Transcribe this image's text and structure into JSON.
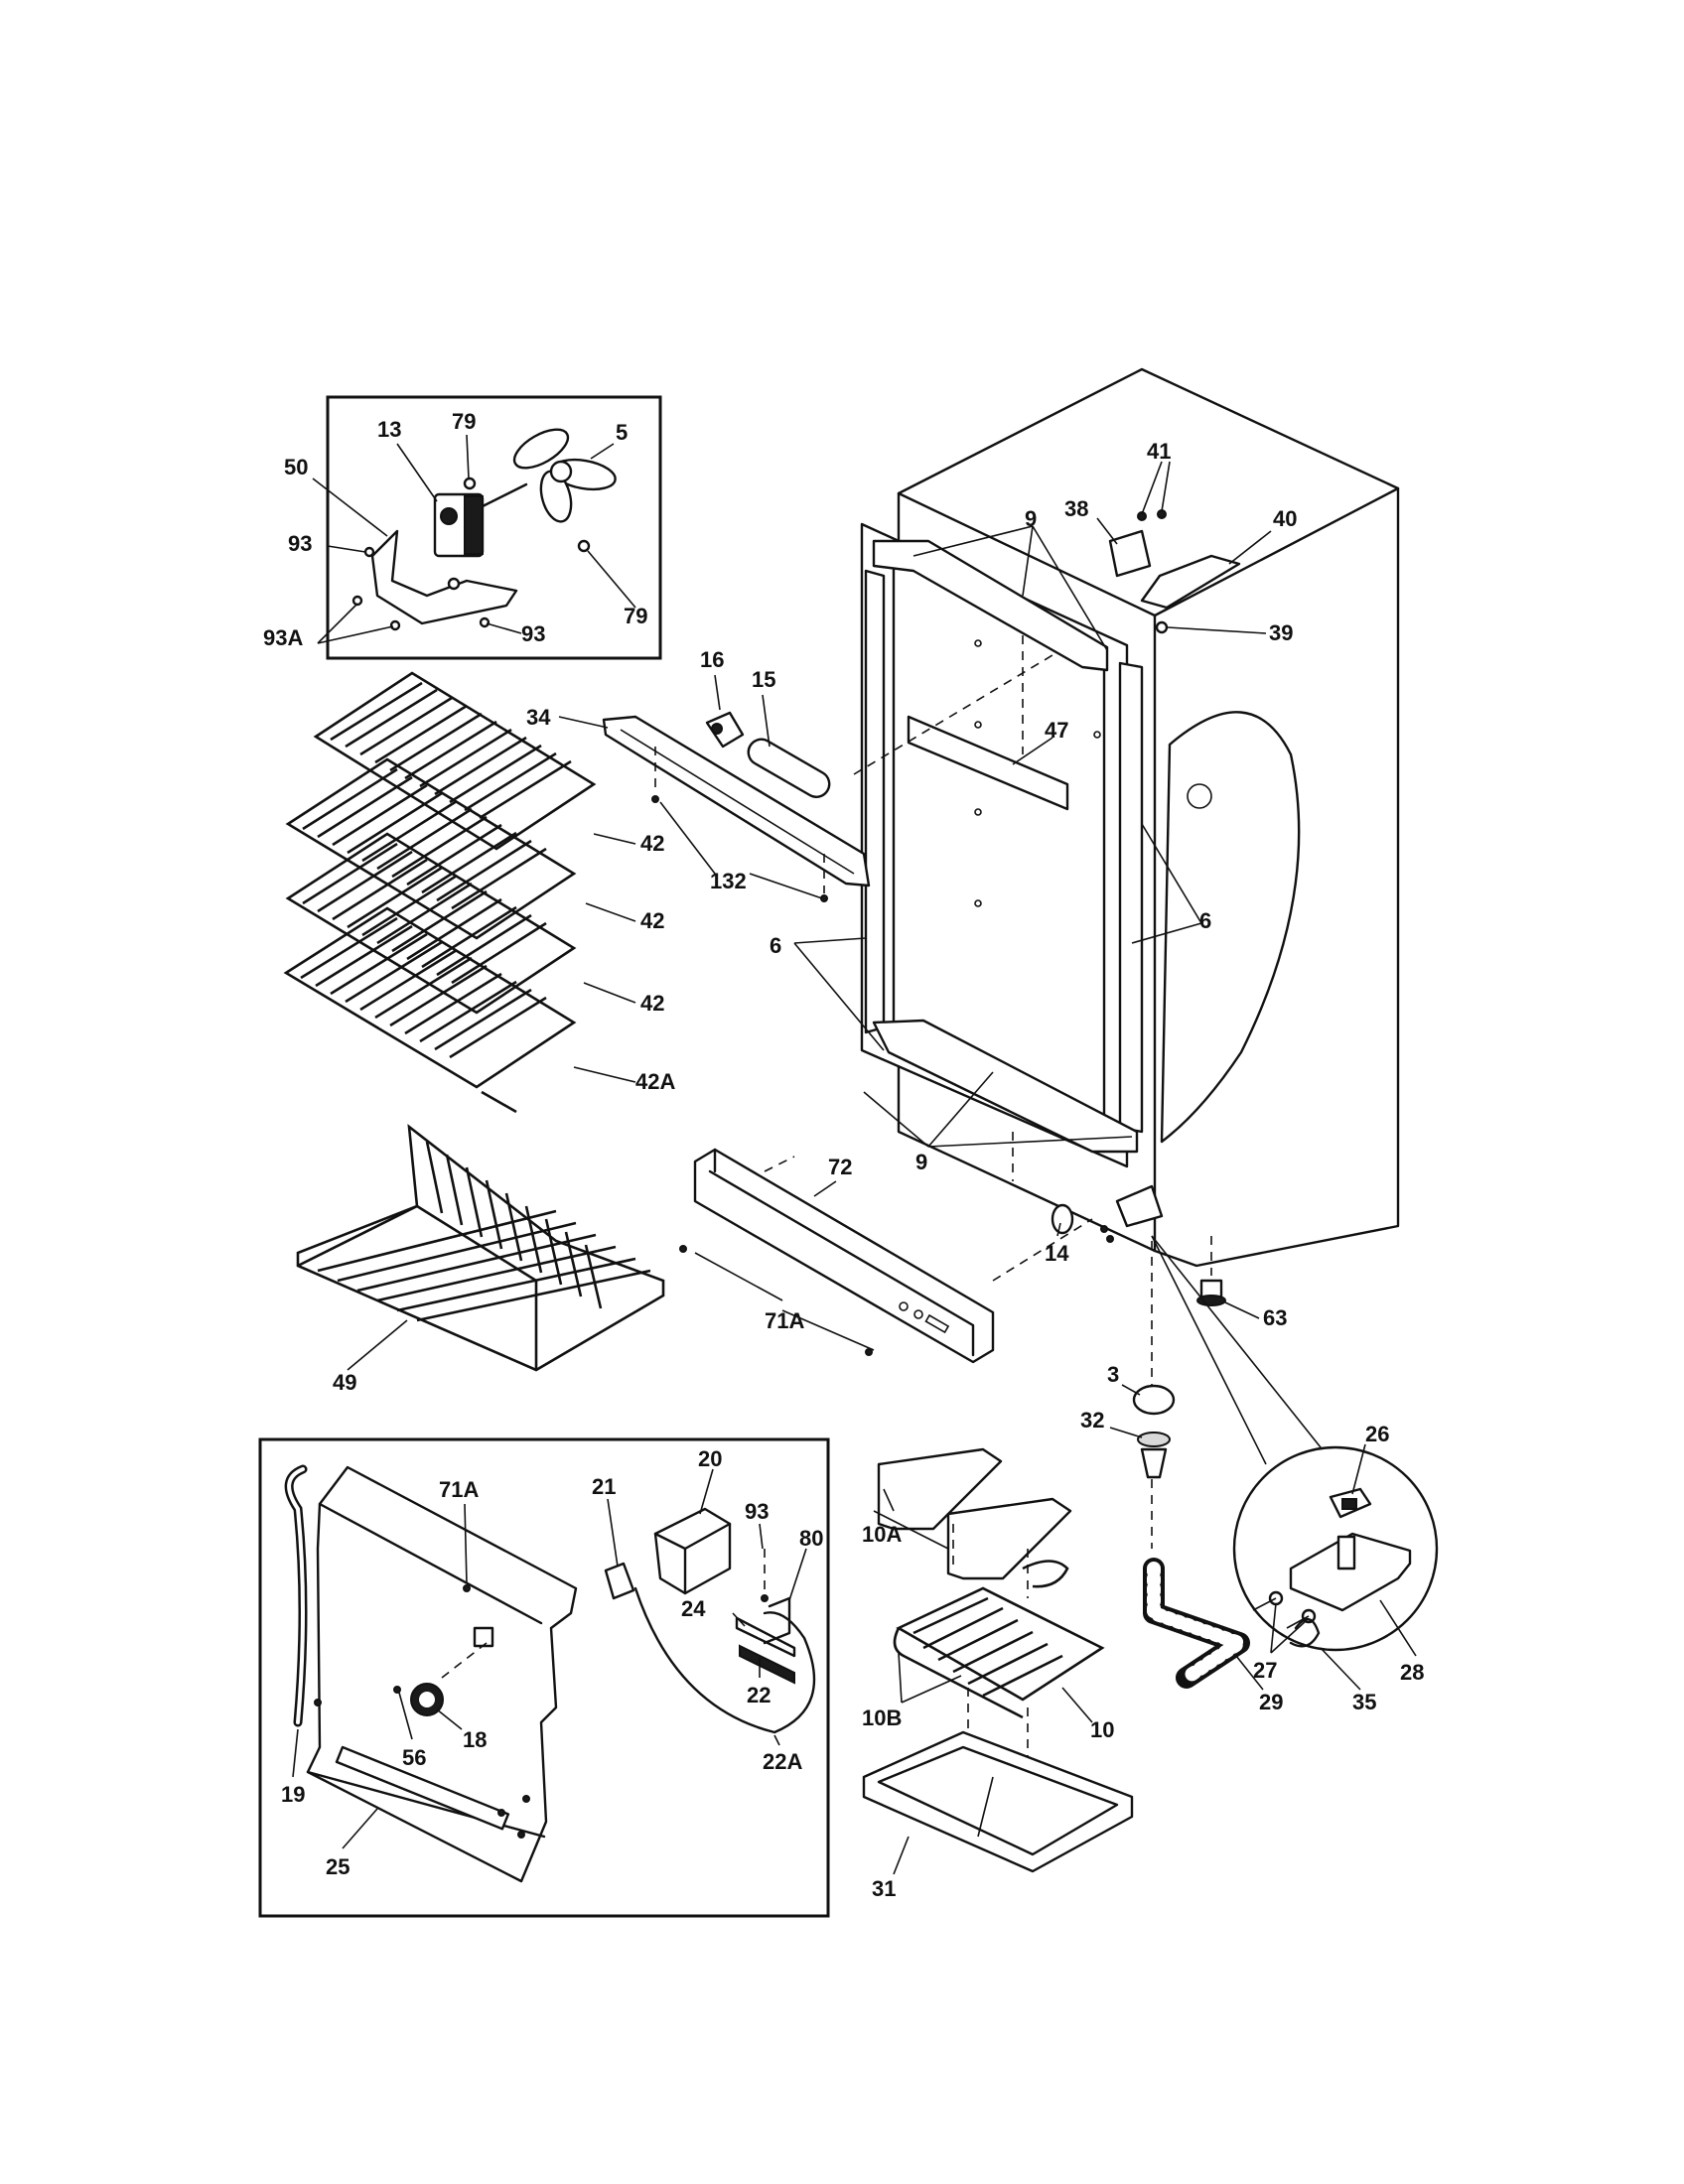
{
  "labels": {
    "p5": "5",
    "p13": "13",
    "p79a": "79",
    "p79b": "79",
    "p50": "50",
    "p93a": "93",
    "p93b": "93",
    "p93A": "93A",
    "p41": "41",
    "p38": "38",
    "p40": "40",
    "p39": "39",
    "p9a": "9",
    "p9b": "9",
    "p16": "16",
    "p15": "15",
    "p34": "34",
    "p47": "47",
    "p132": "132",
    "p42a": "42",
    "p42b": "42",
    "p42c": "42",
    "p42A": "42A",
    "p6a": "6",
    "p6b": "6",
    "p72": "72",
    "p14": "14",
    "p63": "63",
    "p71Aa": "71A",
    "p49": "49",
    "p3": "3",
    "p32": "32",
    "p26": "26",
    "p27": "27",
    "p28": "28",
    "p29": "29",
    "p35": "35",
    "p10A": "10A",
    "p10B": "10B",
    "p10": "10",
    "p31": "31",
    "p20": "20",
    "p21": "21",
    "p71Ab": "71A",
    "p93c": "93",
    "p80": "80",
    "p24": "24",
    "p22": "22",
    "p22A": "22A",
    "p18": "18",
    "p56": "56",
    "p19": "19",
    "p25": "25"
  }
}
